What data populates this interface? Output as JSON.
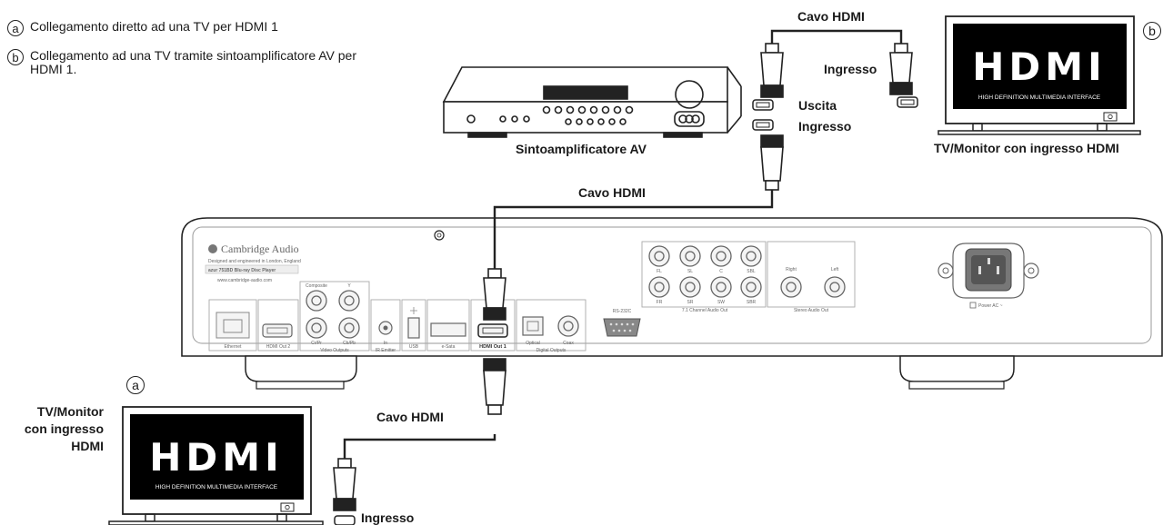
{
  "legend": [
    {
      "marker": "a",
      "text": "Collegamento diretto ad una TV per HDMI 1"
    },
    {
      "marker": "b",
      "text": "Collegamento ad una TV tramite sintoamplificatore AV per HDMI 1."
    }
  ],
  "labels": {
    "cable_top": "Cavo HDMI",
    "cable_mid": "Cavo HDMI",
    "cable_bottom": "Cavo HDMI",
    "ingresso_tv_b": "Ingresso",
    "uscita": "Uscita",
    "ingresso_avr": "Ingresso",
    "ingresso_tv_a": "Ingresso",
    "receiver": "Sintoamplificatore AV",
    "tv_b_caption": "TV/Monitor con ingresso HDMI",
    "tv_a_caption": "TV/Monitor\ncon ingresso\nHDMI",
    "marker_a": "a",
    "marker_b": "b"
  },
  "tv_logo": {
    "word": "HDMI",
    "subtitle": "HIGH DEFINITION MULTIMEDIA INTERFACE"
  },
  "player": {
    "brand": "Cambridge Audio",
    "tagline": "Designed and engineered in London, England",
    "model": "azur 751BD Blu-ray Disc Player",
    "website": "www.cambridge-audio.com",
    "ports": {
      "ethernet": "Ethernet",
      "hdmi_out_2": "HDMI Out 2",
      "video_outputs": "Video Outputs",
      "composite": "Composite",
      "y": "Y",
      "cr_pr": "Cr/Pr",
      "cb_pb": "Cb/Pb",
      "ir_in": "In",
      "ir_emitter": "IR Emitter",
      "usb": "USB",
      "esata": "e-Sata",
      "hdmi_out_1": "HDMI Out 1",
      "optical": "Optical",
      "coax": "Coax",
      "digital_outputs": "Digital Outputs",
      "rs232c": "RS-232C",
      "ch_fl": "FL",
      "ch_sl": "SL",
      "ch_c": "C",
      "ch_sbl": "SBL",
      "ch_fr": "FR",
      "ch_sr": "SR",
      "ch_sw": "SW",
      "ch_sbr": "SBR",
      "channel_out": "7.1 Channel Audio Out",
      "right": "Right",
      "left": "Left",
      "stereo_out": "Stereo Audio Out",
      "power": "Power AC ~"
    }
  },
  "colors": {
    "line": "#222222",
    "screen": "#000000",
    "port_fill": "#f4f4f4"
  }
}
